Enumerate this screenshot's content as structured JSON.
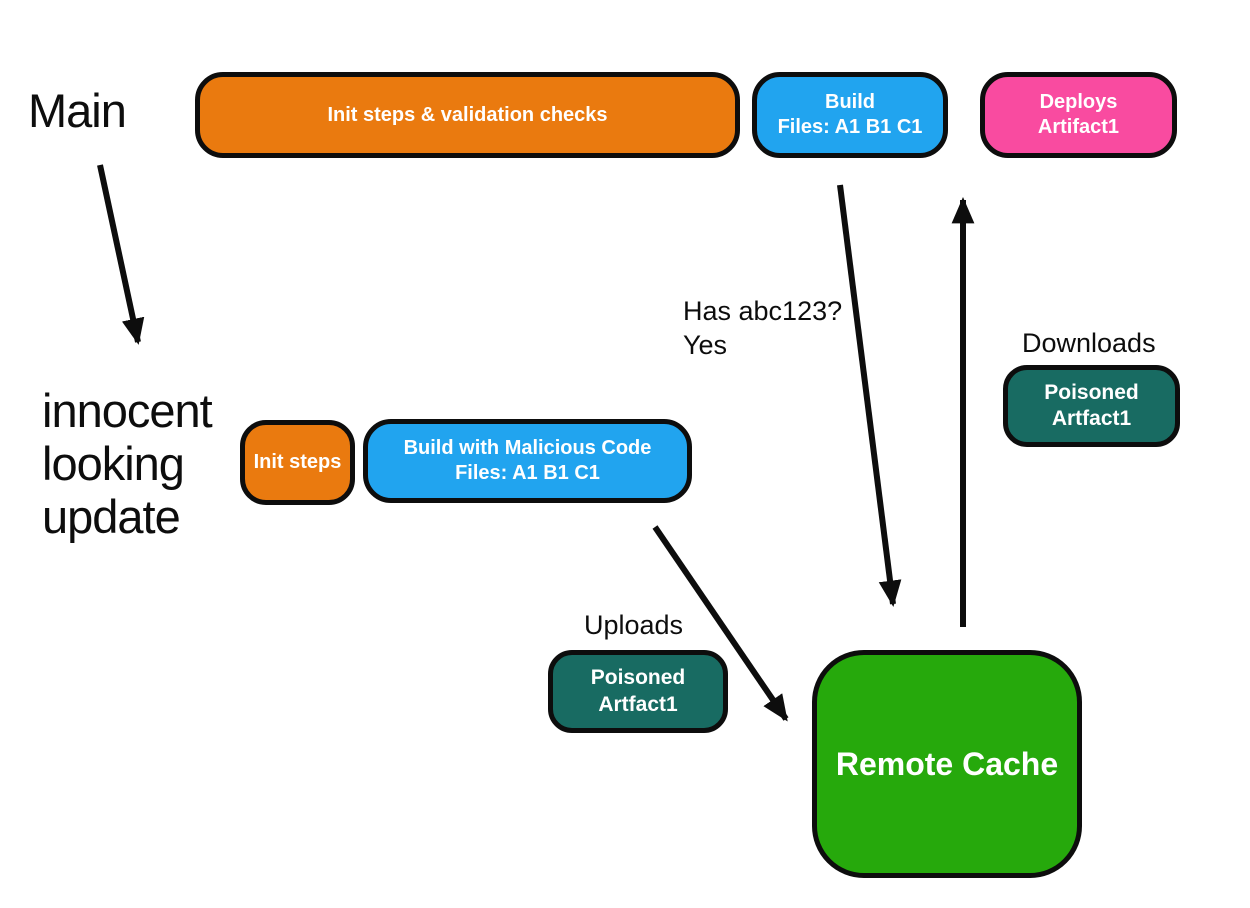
{
  "colors": {
    "orange": "#ea7a0f",
    "blue": "#21a4ef",
    "pink": "#f94ba0",
    "teal": "#186b62",
    "green": "#26a90c",
    "arrow": "#0d0d0d"
  },
  "branches": {
    "main_label": "Main",
    "update_line1": "innocent",
    "update_line2": "looking",
    "update_line3": "update"
  },
  "main_pipeline": {
    "init_validation": "Init steps & validation checks",
    "build_line1": "Build",
    "build_line2": "Files: A1 B1 C1",
    "deploy_line1": "Deploys",
    "deploy_line2": "Artifact1"
  },
  "malicious_pipeline": {
    "init_steps": "Init steps",
    "build_line1": "Build with Malicious Code",
    "build_line2": "Files: A1 B1 C1"
  },
  "cache": {
    "label": "Remote Cache"
  },
  "annotations": {
    "has_hash_line1": "Has abc123?",
    "has_hash_line2": "Yes",
    "uploads": "Uploads",
    "downloads": "Downloads",
    "poisoned_up_line1": "Poisoned",
    "poisoned_up_line2": "Artfact1",
    "poisoned_down_line1": "Poisoned",
    "poisoned_down_line2": "Artfact1"
  }
}
